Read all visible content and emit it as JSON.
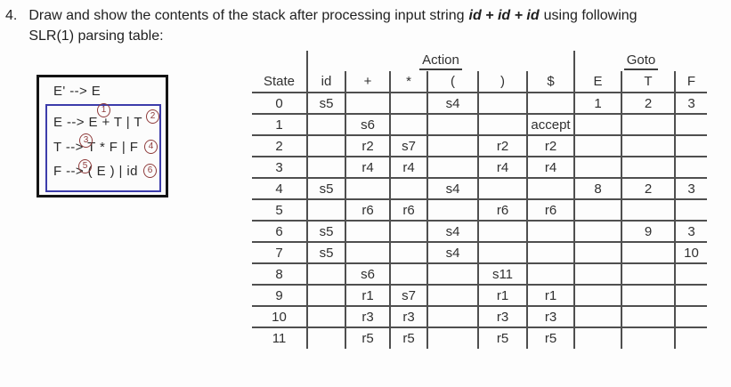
{
  "question": {
    "number": "4.",
    "text_before": "Draw and show the contents of the stack after processing input string",
    "text_emphasis": "id + id + id",
    "text_after": "using following",
    "line2": "SLR(1) parsing table:"
  },
  "grammar": {
    "augmented_rule": "E' --> E",
    "rules": [
      "E --> E + T | T",
      "T --> T * F | F",
      "F --> ( E ) | id"
    ],
    "production_numbers": [
      "1",
      "2",
      "3",
      "4",
      "5",
      "6"
    ]
  },
  "table": {
    "state_header": "State",
    "action_header": "Action",
    "goto_header": "Goto",
    "action_cols": [
      "id",
      "+",
      "*",
      "(",
      ")",
      "$"
    ],
    "goto_cols": [
      "E",
      "T",
      "F"
    ],
    "rows": [
      {
        "state": "0",
        "cells": [
          "s5",
          "",
          "",
          "s4",
          "",
          "",
          "1",
          "2",
          "3"
        ]
      },
      {
        "state": "1",
        "cells": [
          "",
          "s6",
          "",
          "",
          "",
          "accept",
          "",
          "",
          ""
        ]
      },
      {
        "state": "2",
        "cells": [
          "",
          "r2",
          "s7",
          "",
          "r2",
          "r2",
          "",
          "",
          ""
        ]
      },
      {
        "state": "3",
        "cells": [
          "",
          "r4",
          "r4",
          "",
          "r4",
          "r4",
          "",
          "",
          ""
        ]
      },
      {
        "state": "4",
        "cells": [
          "s5",
          "",
          "",
          "s4",
          "",
          "",
          "8",
          "2",
          "3"
        ]
      },
      {
        "state": "5",
        "cells": [
          "",
          "r6",
          "r6",
          "",
          "r6",
          "r6",
          "",
          "",
          ""
        ]
      },
      {
        "state": "6",
        "cells": [
          "s5",
          "",
          "",
          "s4",
          "",
          "",
          "",
          "9",
          "3"
        ]
      },
      {
        "state": "7",
        "cells": [
          "s5",
          "",
          "",
          "s4",
          "",
          "",
          "",
          "",
          "10"
        ]
      },
      {
        "state": "8",
        "cells": [
          "",
          "s6",
          "",
          "",
          "s11",
          "",
          "",
          "",
          ""
        ]
      },
      {
        "state": "9",
        "cells": [
          "",
          "r1",
          "s7",
          "",
          "r1",
          "r1",
          "",
          "",
          ""
        ]
      },
      {
        "state": "10",
        "cells": [
          "",
          "r3",
          "r3",
          "",
          "r3",
          "r3",
          "",
          "",
          ""
        ]
      },
      {
        "state": "11",
        "cells": [
          "",
          "r5",
          "r5",
          "",
          "r5",
          "r5",
          "",
          "",
          ""
        ]
      }
    ]
  },
  "colors": {
    "grid_line": "#4f4f4f",
    "inner_box_border": "#3c3cab",
    "annotation_circle": "#8e3b3b"
  }
}
